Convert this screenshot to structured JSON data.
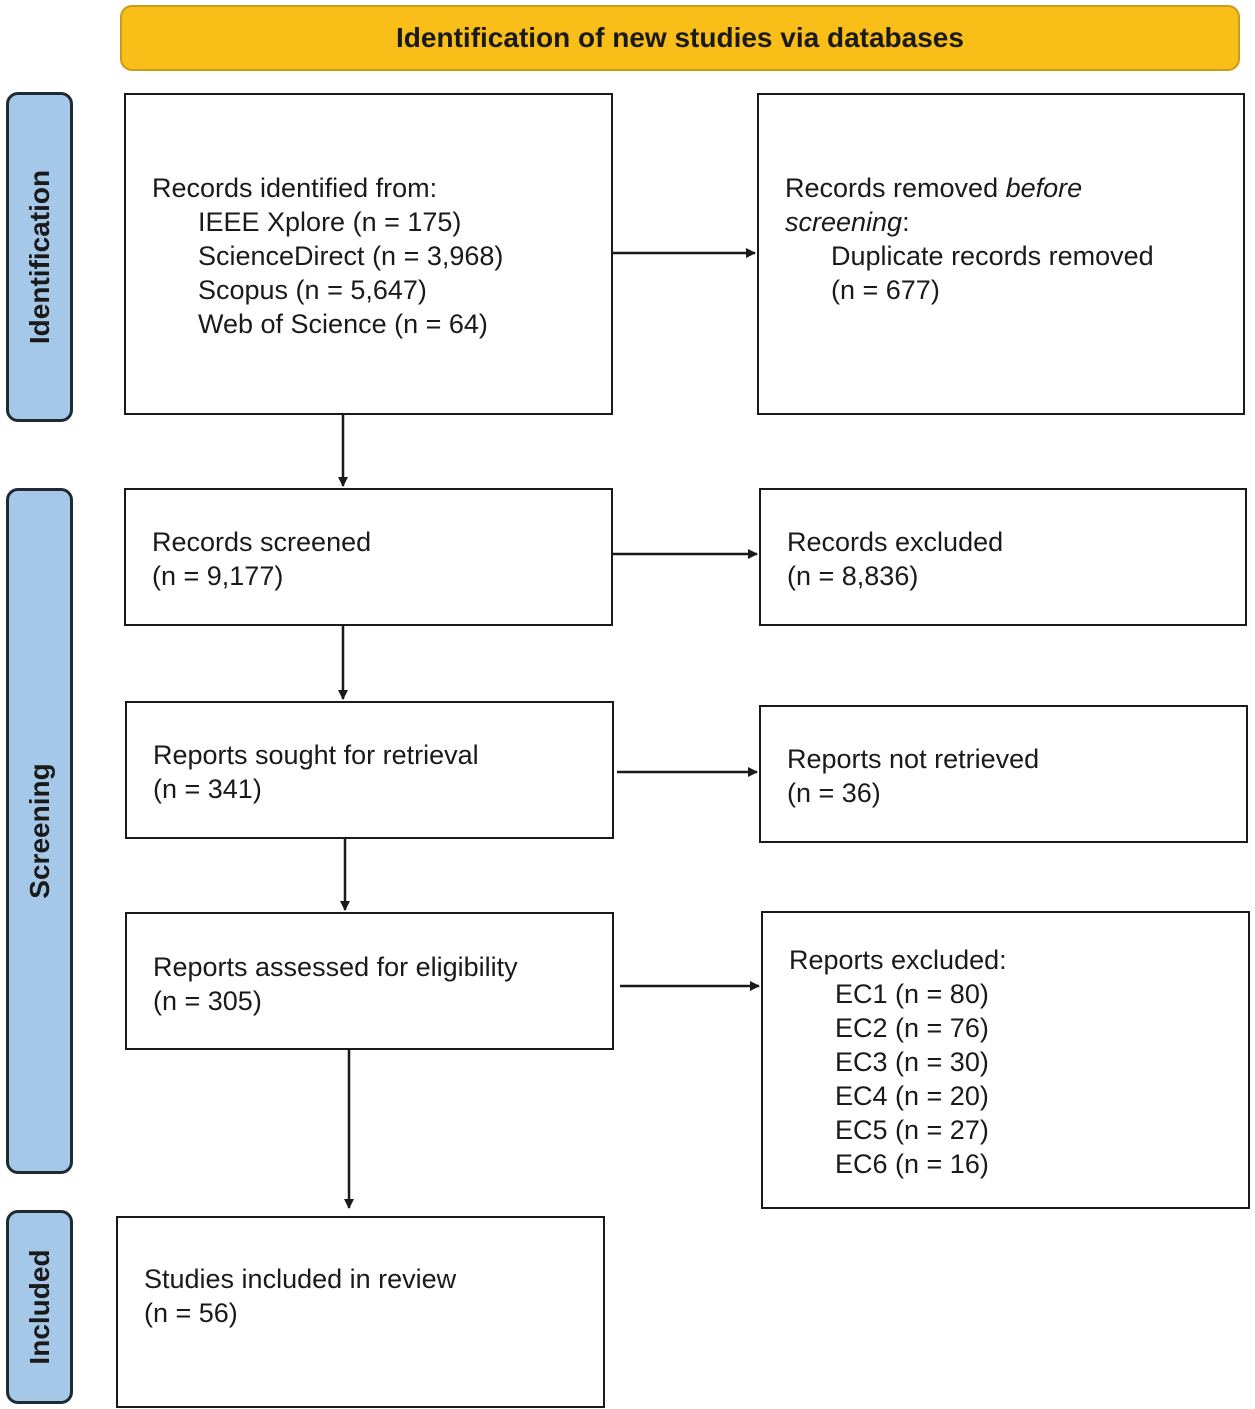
{
  "header": {
    "title": "Identification of new studies via databases"
  },
  "phases": {
    "identification": "Identification",
    "screening": "Screening",
    "included": "Included"
  },
  "boxes": {
    "records_identified": {
      "heading": "Records identified from:",
      "sources": [
        "IEEE Xplore (n = 175)",
        "ScienceDirect (n = 3,968)",
        "Scopus (n = 5,647)",
        "Web of Science (n = 64)"
      ]
    },
    "records_removed": {
      "heading_pre": "Records removed ",
      "heading_em1": "before",
      "heading_em2": "screening",
      "heading_post": ":",
      "item_label": "Duplicate records removed",
      "item_count": "(n = 677)"
    },
    "records_screened": {
      "label": "Records screened",
      "count": "(n = 9,177)"
    },
    "records_excluded": {
      "label": "Records excluded",
      "count": "(n = 8,836)"
    },
    "reports_sought": {
      "label": "Reports sought for retrieval",
      "count": "(n = 341)"
    },
    "reports_not_retrieved": {
      "label": "Reports not retrieved",
      "count": "(n = 36)"
    },
    "reports_assessed": {
      "label": "Reports assessed for eligibility",
      "count": "(n = 305)"
    },
    "reports_excluded": {
      "heading": "Reports excluded:",
      "items": [
        "EC1 (n = 80)",
        "EC2 (n = 76)",
        "EC3 (n = 30)",
        "EC4 (n = 20)",
        "EC5 (n = 27)",
        "EC6 (n = 16)"
      ]
    },
    "studies_included": {
      "label": "Studies included in review",
      "count": "(n = 56)"
    }
  }
}
